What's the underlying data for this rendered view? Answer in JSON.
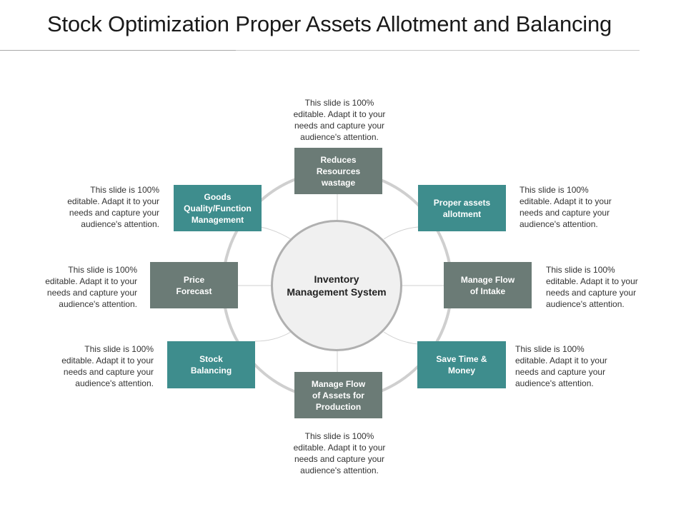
{
  "slide": {
    "title": "Stock Optimization Proper Assets Allotment and Balancing"
  },
  "center": {
    "label": "Inventory\nManagement System"
  },
  "nodes": [
    {
      "label": "Reduces\nResources\nwastage",
      "color": "gray",
      "description": "This slide is 100%\neditable. Adapt it to your\nneeds and capture your\naudience's attention."
    },
    {
      "label": "Proper assets\nallotment",
      "color": "teal",
      "description": "This slide is 100%\neditable. Adapt it to your\nneeds and capture your\naudience's attention."
    },
    {
      "label": "Manage Flow\nof Intake",
      "color": "gray",
      "description": "This slide is 100%\neditable. Adapt it to your\nneeds and capture your\naudience's attention."
    },
    {
      "label": "Save Time &\nMoney",
      "color": "teal",
      "description": "This slide is 100%\neditable. Adapt it to your\nneeds and capture your\naudience's attention."
    },
    {
      "label": "Manage Flow\nof Assets  for\nProduction",
      "color": "gray",
      "description": "This slide is 100%\neditable. Adapt it to your\nneeds and capture your\naudience's attention."
    },
    {
      "label": "Stock\nBalancing",
      "color": "teal",
      "description": "This slide is 100%\neditable. Adapt it to your\nneeds and capture your\naudience's attention."
    },
    {
      "label": "Price\nForecast",
      "color": "gray",
      "description": "This slide is 100%\neditable. Adapt it to your\nneeds and capture your\naudience's attention."
    },
    {
      "label": "Goods\nQuality/Function\nManagement",
      "color": "teal",
      "description": "This slide is 100%\neditable. Adapt it to your\nneeds and capture your\naudience's attention."
    }
  ],
  "colors": {
    "teal": "#3e8d8d",
    "gray": "#6b7b76",
    "ring": "#cfcfcf",
    "spoke": "#d0d0d0"
  }
}
